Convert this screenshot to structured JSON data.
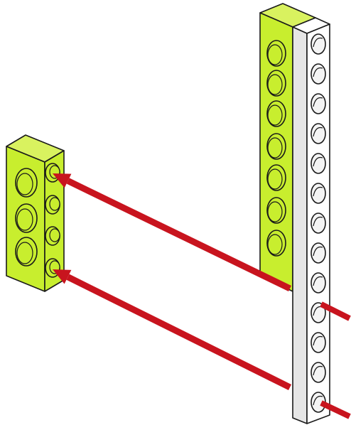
{
  "diagram": {
    "colors": {
      "lime": "#c8ee2e",
      "lime_top": "#d9f25f",
      "white_beam": "#ffffff",
      "beam_side": "#e6e6e6",
      "outline": "#1a1a1a",
      "arrow": "#c8141e"
    },
    "left_beam": {
      "side_holes": 3,
      "front_pins": 4
    },
    "tall_lime_beam": {
      "holes": 7
    },
    "white_beam": {
      "studs": 13
    },
    "arrows": 2,
    "pins_inserted": 2
  }
}
